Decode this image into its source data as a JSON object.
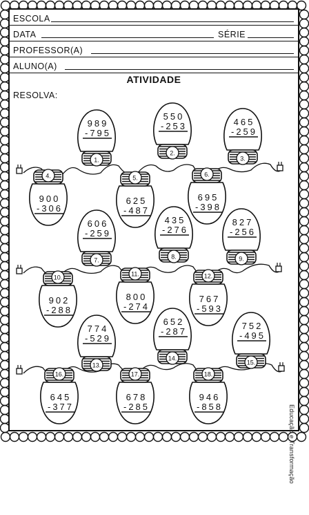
{
  "header": {
    "escola_label": "ESCOLA",
    "data_label": "DATA",
    "serie_label": "SÉRIE",
    "professor_label": "PROFESSOR(A)",
    "aluno_label": "ALUNO(A)"
  },
  "title": "ATIVIDADE",
  "instruction": "RESOLVA:",
  "credit": "Educação e Transformação",
  "colors": {
    "ink": "#111111",
    "paper": "#ffffff"
  },
  "problems": [
    {
      "number": "1.",
      "top": "989",
      "bottom": "795"
    },
    {
      "number": "2.",
      "top": "550",
      "bottom": "253"
    },
    {
      "number": "3.",
      "top": "465",
      "bottom": "259"
    },
    {
      "number": "4.",
      "top": "900",
      "bottom": "306"
    },
    {
      "number": "5.",
      "top": "625",
      "bottom": "487"
    },
    {
      "number": "6.",
      "top": "695",
      "bottom": "398"
    },
    {
      "number": "7.",
      "top": "606",
      "bottom": "259"
    },
    {
      "number": "8.",
      "top": "435",
      "bottom": "276"
    },
    {
      "number": "9.",
      "top": "827",
      "bottom": "256"
    },
    {
      "number": "10.",
      "top": "902",
      "bottom": "288"
    },
    {
      "number": "11.",
      "top": "800",
      "bottom": "274"
    },
    {
      "number": "12.",
      "top": "767",
      "bottom": "593"
    },
    {
      "number": "13.",
      "top": "774",
      "bottom": "529"
    },
    {
      "number": "14.",
      "top": "652",
      "bottom": "287"
    },
    {
      "number": "15.",
      "top": "752",
      "bottom": "495"
    },
    {
      "number": "16.",
      "top": "645",
      "bottom": "377"
    },
    {
      "number": "17.",
      "top": "678",
      "bottom": "285"
    },
    {
      "number": "18.",
      "top": "946",
      "bottom": "858"
    }
  ]
}
